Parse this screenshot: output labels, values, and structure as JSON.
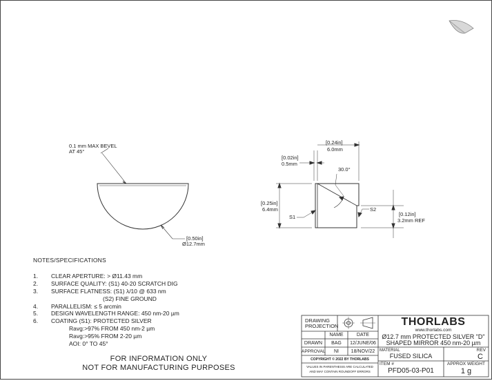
{
  "drawing": {
    "bevel_note_line1": "0.1 mm MAX BEVEL",
    "bevel_note_line2": "AT 45°",
    "dia_in": "[0.50in]",
    "dia_mm": "Ø12.7mm",
    "dim_002_in": "[0.02in]",
    "dim_05_mm": "0.5mm",
    "dim_024_in": "[0.24in]",
    "dim_60_mm": "6.0mm",
    "angle": "30.0°",
    "dim_025_in": "[0.25in]",
    "dim_64_mm": "6.4mm",
    "dim_012_in": "[0.12in]",
    "dim_32_mm": "3.2mm REF",
    "s1": "S1",
    "s2": "S2"
  },
  "notes": {
    "title": "NOTES/SPECIFICATIONS",
    "items": [
      {
        "num": "1.",
        "text": "CLEAR APERTURE: > Ø11.43 mm"
      },
      {
        "num": "2.",
        "text": "SURFACE QUALITY: (S1) 40-20 SCRATCH DIG"
      },
      {
        "num": "3.",
        "text": "SURFACE FLATNESS: (S1) λ/10 @ 633 nm"
      },
      {
        "num": "",
        "text": "(S2) FINE GROUND"
      },
      {
        "num": "4.",
        "text": "PARALLELISM: ≤ 5 arcmin"
      },
      {
        "num": "5.",
        "text": "DESIGN WAVELENGTH RANGE: 450 nm-20 µm"
      },
      {
        "num": "6.",
        "text": "COATING (S1): PROTECTED SILVER"
      },
      {
        "num": "",
        "text": "Ravg:>97% FROM 450 nm-2 µm"
      },
      {
        "num": "",
        "text": "Ravg:>95% FROM 2-20 µm"
      },
      {
        "num": "",
        "text": "AOI: 0° TO 45°"
      }
    ]
  },
  "disclaimer": {
    "line1": "FOR INFORMATION ONLY",
    "line2": "NOT FOR MANUFACTURING PURPOSES"
  },
  "title_block": {
    "projection_label1": "DRAWING",
    "projection_label2": "PROJECTION",
    "col_name": "NAME",
    "col_date": "DATE",
    "drawn_label": "DRAWN",
    "drawn_name": "BAG",
    "drawn_date": "12/JUNE/06",
    "approval_label": "APPROVAL",
    "approval_name": "NI",
    "approval_date": "18/NOV/22",
    "copyright": "COPYRIGHT © 2022 BY THORLABS",
    "footnote1": "VALUES IN PARENTHESIS ARE CALCULATED",
    "footnote2": "AND MAY CONTAIN ROUNDOFF ERRORS",
    "logo": "THORLABS",
    "website": "www.thorlabs.com",
    "desc1": "Ø12.7 mm PROTECTED SILVER \"D\"",
    "desc2": "SHAPED MIRROR 450 nm-20 µm",
    "material_label": "MATERIAL",
    "material": "FUSED SILICA",
    "rev_label": "REV",
    "rev": "C",
    "item_label": "ITEM #",
    "item": "PFD05-03-P01",
    "weight_label": "APPROX WEIGHT",
    "weight": "1 g"
  }
}
